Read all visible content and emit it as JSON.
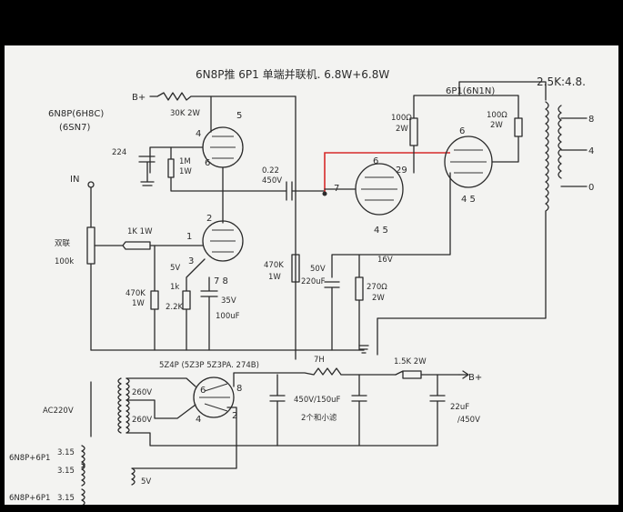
{
  "title": "6N8P推 6P1 单端并联机. 6.8W+6.8W",
  "ratio": "2.5K:4.8.",
  "tube_left": "6N8P(6H8C)",
  "tube_left_alt": "(6SN7)",
  "tube_right": "6P1(6N1N)",
  "bplus_top": "B+",
  "bplus_right": "B+",
  "in_label": "IN",
  "r_30k": "30K 2W",
  "c_224": "224",
  "r_1m": "1M",
  "r_1m_w": "1W",
  "c_022": "0.22",
  "c_022_v": "450V",
  "r_1k1w": "1K 1W",
  "vol": "双联",
  "vol_val": "100k",
  "r_470k_a": "470K",
  "r_470k_a_w": "1W",
  "r_470k_b": "470K",
  "r_470k_b_w": "1W",
  "v5": "5V",
  "r_1k_var": "1k",
  "r_22k": "2.2K",
  "c_35v": "35V",
  "c_100uf": "100uF",
  "c_50v": "50V",
  "c_220uf": "220uF",
  "r_270": "270Ω",
  "r_270_w": "2W",
  "v16": "16V",
  "r_100a": "100Ω",
  "r_100a_w": "2W",
  "r_100b": "100Ω",
  "r_100b_w": "2W",
  "pin_4": "4",
  "pin_5": "5",
  "pin_6": "6",
  "pin_2": "2",
  "pin_1": "1",
  "pin_3": "3",
  "pin_7": "7",
  "pin_8": "8",
  "pin_29": "29",
  "pin_45a": "4 5",
  "pin_45b": "4 5",
  "pin_78": "7 8",
  "rect_label": "5Z4P (5Z3P 5Z3PA. 274B)",
  "choke": "7H",
  "r_15k": "1.5K 2W",
  "c_450v": "450V/150uF",
  "c_note": "2个和小滤",
  "c_22uf": "22uF",
  "c_22uf_v": "/450V",
  "ac": "AC220V",
  "v260a": "260V",
  "v260b": "260V",
  "v315a": "3.15",
  "v315b": "3.15",
  "v5v": "5V",
  "v315c": "3.15",
  "heat1": "6N8P+6P1",
  "heat2": "6N8P+6P1",
  "out_8": "8",
  "out_4": "4",
  "out_0": "0"
}
